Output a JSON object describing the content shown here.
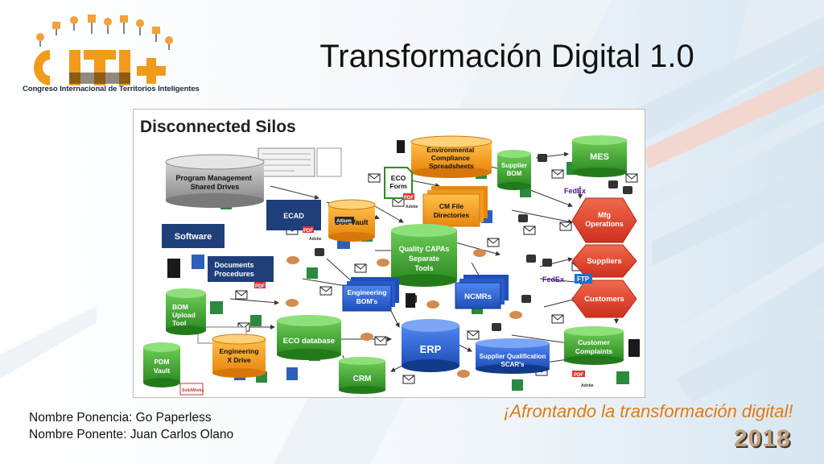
{
  "slide": {
    "title": "Transformación Digital 1.0",
    "logo": {
      "wordmark": "CITI+",
      "subtitle": "Congreso Internacional de Territorios Inteligentes"
    },
    "footer": {
      "line1": "Nombre Ponencia: Go Paperless",
      "line2": "Nombre Ponente: Juan Carlos Olano"
    },
    "tagline": "¡Afrontando la transformación digital!",
    "year": "2018"
  },
  "diagram": {
    "title": "Disconnected Silos",
    "nodes": {
      "program_mgmt": "Program Management Shared Drives",
      "env_compliance": "Environmental Compliance Spreadsheets",
      "supplier_bom": "Supplier BOM",
      "mes": "MES",
      "eco_form": "ECO Form",
      "cm_file": "CM File Directories",
      "ecad": "ECAD",
      "doc_vault": "Doc Vault",
      "software": "Software",
      "quality_capas": "Quality CAPAs Separate Tools",
      "mfg_operations": "Mfg Operations",
      "documents_procedures": "Documents Procedures",
      "suppliers": "Suppliers",
      "engineering_boms": "Engineering BOM's",
      "ncmrs": "NCMRs",
      "customers": "Customers",
      "bom_upload": "BOM Upload Tool",
      "eco_database": "ECO database",
      "erp": "ERP",
      "supplier_qualification": "Supplier Qualification SCAR's",
      "customer_complaints": "Customer Complaints",
      "pdm_vault": "PDM Vault",
      "engineering_x": "Engineering X Drive",
      "crm": "CRM"
    },
    "labels": {
      "pdf": "PDF",
      "adobe": "Adobe",
      "fedex": "FedEx",
      "ftp": "FTP",
      "altium": "Altium",
      "solidworks": "SolidWorks"
    },
    "colors": {
      "green": "#3a9a2e",
      "gray": "#9a9a9a",
      "orange": "#f29a1a",
      "navy": "#1f3f7a",
      "blue": "#2f5fd0",
      "red": "#e2402e"
    }
  }
}
